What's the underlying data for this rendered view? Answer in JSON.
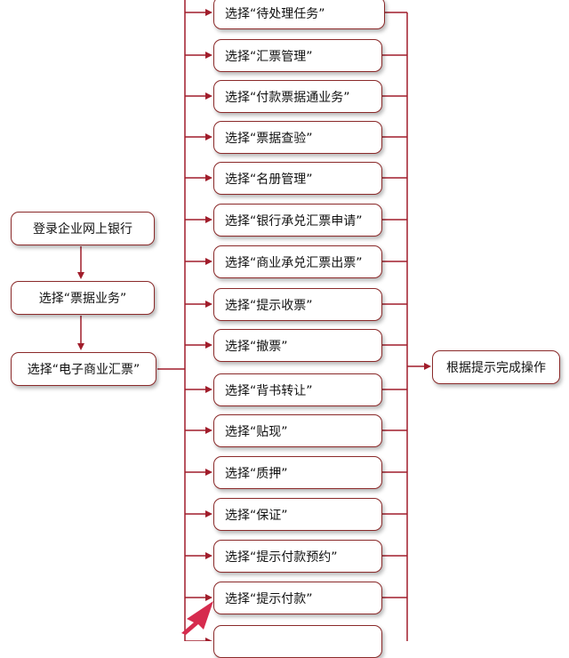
{
  "flow": {
    "steps": [
      "登录企业网上银行",
      "选择“票据业务”",
      "选择“电子商业汇票”"
    ],
    "options": [
      "选择“待处理任务”",
      "选择“汇票管理”",
      "选择“付款票据通业务”",
      "选择“票据查验”",
      "选择“名册管理”",
      "选择“银行承兑汇票申请”",
      "选择“商业承兑汇票出票”",
      "选择“提示收票”",
      "选择“撤票”",
      "选择“背书转让”",
      "选择“贴现”",
      "选择“质押”",
      "选择“保证”",
      "选择“提示付款预约”",
      "选择“提示付款”",
      ""
    ],
    "result": "根据提示完成操作"
  },
  "colors": {
    "line": "#a11d2b",
    "box_border": "#8b2a2a",
    "highlight_arrow": "#d62b4e"
  }
}
